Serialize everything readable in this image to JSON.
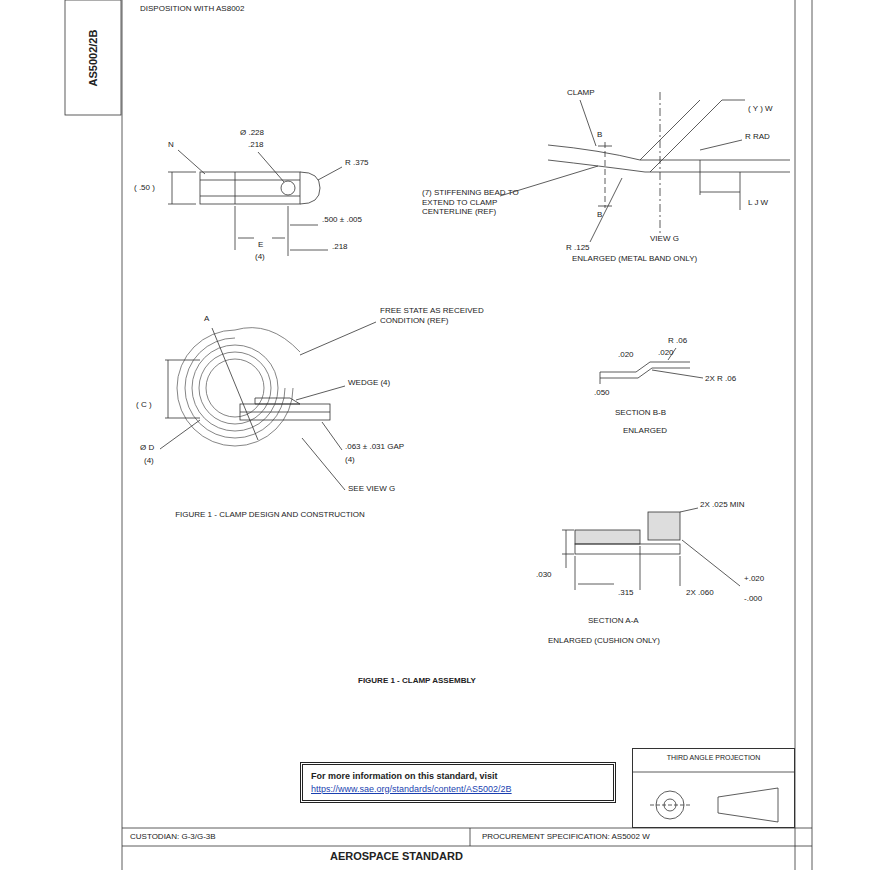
{
  "diagram": {
    "caption": "FIGURE 1 - CLAMP ASSEMBLY",
    "nodes": [
      {
        "text": [
          "For more information on this standard, visit",
          "https://www.sae.org/standards/content/AS5002/2B"
        ]
      },
      {
        "text": [
          "THIRD ANGLE PROJECTION"
        ]
      },
      {
        "text": [
          "AS5002/2B"
        ]
      }
    ],
    "labels": [
      "DISPOSITION WITH AS8002",
      "N",
      "Ø .228",
      ".218",
      "R .375",
      "( .50 )",
      "E",
      "(4)",
      ".500 ± .005",
      ".218",
      "CLAMP",
      "( Y ) W",
      "R RAD",
      "B",
      "B",
      "(7) STIFFENING BEAD TO EXTEND TO CLAMP CENTERLINE (REF)",
      "R .125",
      "L J W",
      "VIEW G",
      "ENLARGED (METAL BAND ONLY)",
      "A",
      "FREE STATE AS RECEIVED CONDITION (REF)",
      "WEDGE (4)",
      "( C )",
      "Ø D",
      "(4)",
      ".063 ± .031 GAP",
      "(4)",
      "SEE VIEW G",
      "FIGURE 1 - CLAMP DESIGN AND CONSTRUCTION",
      "R .06",
      ".020",
      ".020",
      ".050",
      "2X R .06",
      "SECTION B-B",
      "ENLARGED",
      "2X .025 MIN",
      ".030",
      ".315",
      "2X .060",
      "+.020",
      "-.000",
      "SECTION A-A",
      "ENLARGED (CUSHION ONLY)",
      "CUSTODIAN: G-3/G-3B",
      "PROCUREMENT SPECIFICATION: AS5002 W",
      "AEROSPACE STANDARD"
    ]
  }
}
